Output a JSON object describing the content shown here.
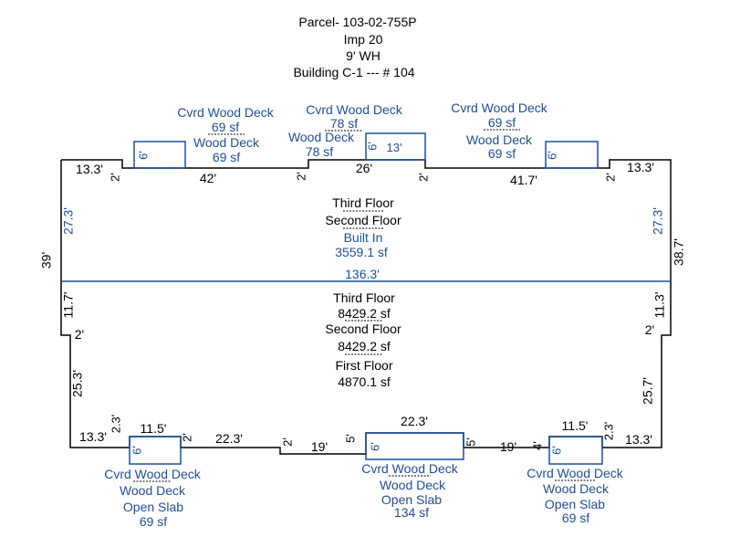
{
  "header": {
    "parcel": "Parcel- 103-02-755P",
    "imp": "Imp 20",
    "wall_height": "9' WH",
    "building": "Building C-1 --- # 104"
  },
  "colors": {
    "outline": "#000000",
    "annex": "#1f4e99"
  },
  "top_decks": {
    "left": {
      "label1": "Cvrd Wood Deck",
      "area1": "69 sf",
      "label2": "Wood Deck",
      "area2": "69 sf",
      "side": "6'"
    },
    "center": {
      "label1": "Cvrd Wood Deck",
      "area1": "78 sf",
      "label2": "Wood Deck",
      "area2": "78 sf",
      "side": "6'",
      "width": "13'"
    },
    "right": {
      "label1": "Cvrd Wood Deck",
      "area1": "69 sf",
      "label2": "Wood Deck",
      "area2": "69 sf",
      "side": "6'"
    }
  },
  "upper_section": {
    "label1": "Third Floor",
    "label2": "Second Floor",
    "label3": "Built In",
    "area": "3559.1 sf"
  },
  "divider": "136.3'",
  "lower_section": {
    "third_floor": "Third Floor",
    "third_area": "8429.2 sf",
    "second_floor": "Second Floor",
    "second_area": "8429.2 sf",
    "first_floor": "First Floor",
    "first_area": "4870.1 sf"
  },
  "bottom_decks": {
    "left": {
      "label1": "Cvrd Wood Deck",
      "label2": "Wood Deck",
      "label3": "Open Slab",
      "area": "69 sf",
      "side": "6'",
      "width": "11.5'"
    },
    "center": {
      "label1": "Cvrd Wood Deck",
      "label2": "Wood Deck",
      "label3": "Open Slab",
      "area": "134 sf",
      "side": "6'",
      "width": "22.3'"
    },
    "right": {
      "label1": "Cvrd Wood Deck",
      "label2": "Wood Deck",
      "label3": "Open Slab",
      "area": "69 sf",
      "side": "6'",
      "width": "11.5'"
    }
  },
  "dimensions": {
    "top_left_end": "13.3'",
    "top_left_step": "2'",
    "top_left_run": "42'",
    "top_center_step_l": "2'",
    "top_center_run": "26'",
    "top_center_step_r": "2'",
    "top_right_run": "41.7'",
    "top_right_step": "2'",
    "top_right_end": "13.3'",
    "left_upper": "27.3'",
    "left_total": "39'",
    "right_upper": "27.3'",
    "right_total": "38.7'",
    "left_lower": "11.7'",
    "left_jog": "2'",
    "left_bottom": "25.3'",
    "right_lower": "11.3'",
    "right_jog": "2'",
    "right_bottom": "25.7'",
    "bottom_left_end": "13.3'",
    "bottom_left_step": "2.3'",
    "bottom_left_run_step": "2'",
    "bottom_left_run": "22.3'",
    "bottom_center_step_l": "2'",
    "bottom_center_run_l": "19'",
    "bottom_center_step_l2": "5'",
    "bottom_center_step_r": "5'",
    "bottom_center_run_r": "19'",
    "bottom_right_step": "4'",
    "bottom_right_step2": "2.3'",
    "bottom_right_end": "13.3'"
  }
}
